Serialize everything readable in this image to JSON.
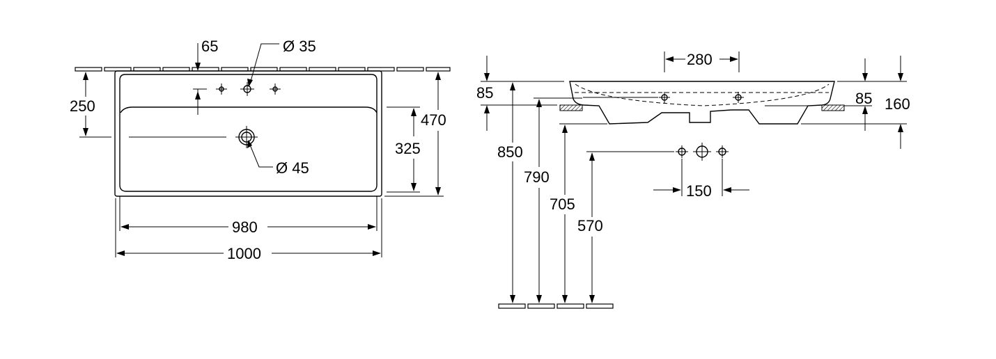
{
  "drawing": {
    "colors": {
      "line": "#000000",
      "background": "#ffffff"
    },
    "top_view": {
      "dim_tap_offset": "65",
      "dim_tap_hole": "Ø 35",
      "dim_waste_hole": "Ø 45",
      "dim_tap_depth": "250",
      "dim_bowl_depth": "325",
      "dim_total_depth": "470",
      "dim_inner_width": "980",
      "dim_total_width": "1000"
    },
    "side_view": {
      "dim_holes_spacing": "280",
      "dim_rim_left": "85",
      "dim_rim_right": "85",
      "dim_total_height": "160",
      "dim_height_850": "850",
      "dim_height_790": "790",
      "dim_height_705": "705",
      "dim_height_570": "570",
      "dim_tap_spacing": "150"
    }
  }
}
